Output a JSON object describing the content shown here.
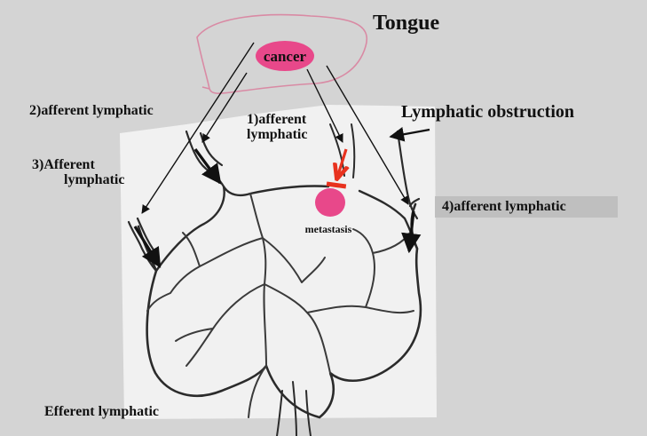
{
  "title": "Tongue",
  "tumor_label": "cancer",
  "metastasis_label": "metastasis",
  "labels": {
    "afferent_1_line1": "1)afferent",
    "afferent_1_line2": "lymphatic",
    "afferent_2": "2)afferent lymphatic",
    "afferent_3_line1": "3)Afferent",
    "afferent_3_line2": "lymphatic",
    "afferent_4": "4)afferent lymphatic",
    "obstruction": "Lymphatic obstruction",
    "efferent": "Efferent lymphatic"
  },
  "colors": {
    "tongue_outline": "#d98aa4",
    "cancer_fill": "#e8488a",
    "obstruction_arrow": "#e8321e",
    "background": "#d4d4d4",
    "node_paper": "#f2f2f2",
    "vessel": "#2b2b2b"
  }
}
